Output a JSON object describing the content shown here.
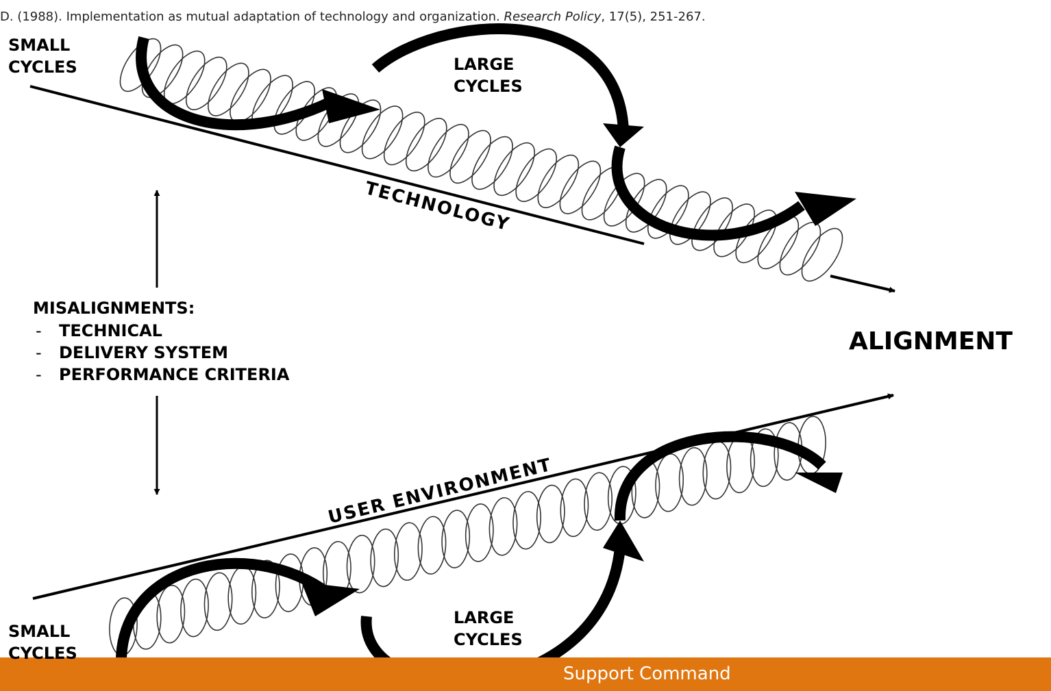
{
  "citation": {
    "prefix": "D. (1988). Implementation as mutual adaptation of technology and organization. ",
    "journal": "Research Policy",
    "suffix": ", 17(5), 251-267."
  },
  "top_left_label": "SMALL\nCYCLES",
  "top_large_label": "LARGE\nCYCLES",
  "technology_label": "TECHNOLOGY",
  "misalignments": {
    "title": "MISALIGNMENTS:",
    "items": [
      "TECHNICAL",
      "DELIVERY SYSTEM",
      "PERFORMANCE CRITERIA"
    ]
  },
  "alignment_label": "ALIGNMENT",
  "user_env_label": "USER ENVIRONMENT",
  "bottom_left_label": "SMALL\nCYCLES",
  "bottom_large_label": "LARGE\nCYCLES",
  "footer": {
    "text": "Support Command",
    "color": "#e07610"
  }
}
